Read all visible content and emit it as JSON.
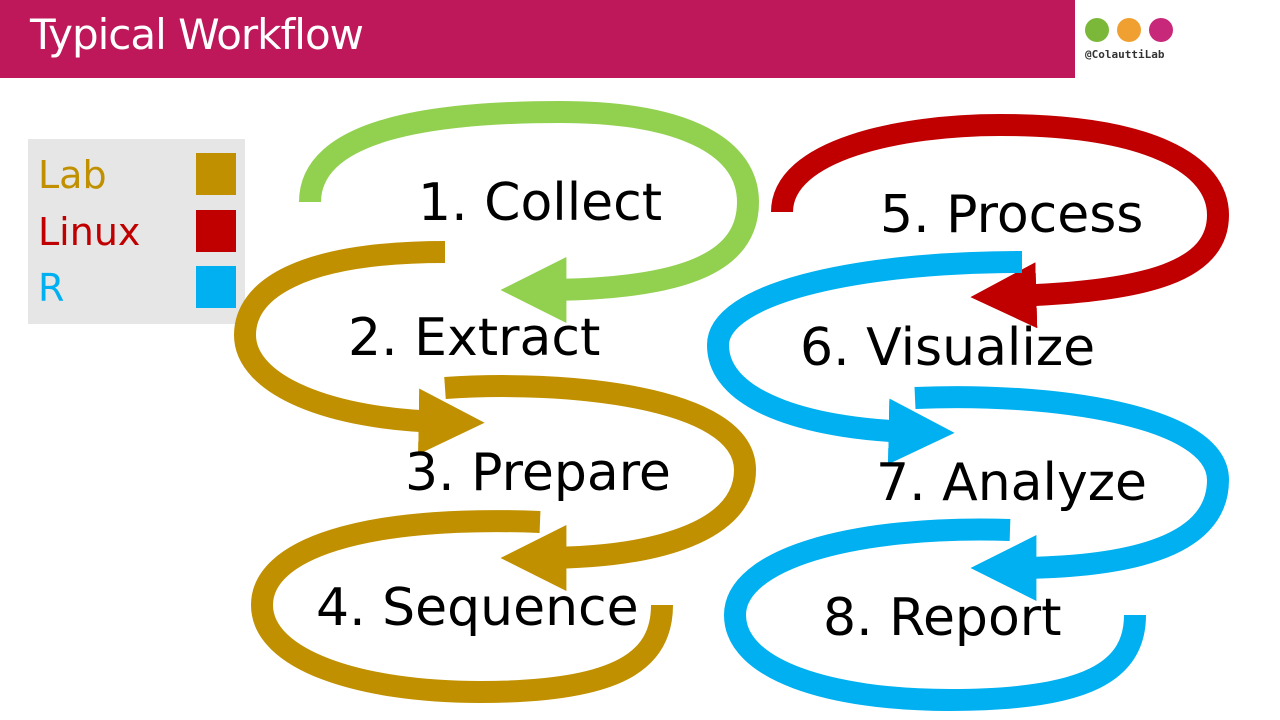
{
  "title": "Typical Workflow",
  "logo": {
    "handle": "@ColauttiLab",
    "icons": [
      {
        "name": "plant-icon",
        "color": "#7bb83a"
      },
      {
        "name": "bee-icon",
        "color": "#f0a030"
      },
      {
        "name": "dna-icon",
        "color": "#c8287a"
      }
    ]
  },
  "legend": [
    {
      "label": "Lab",
      "color": "#c09000"
    },
    {
      "label": "Linux",
      "color": "#c00000"
    },
    {
      "label": "R",
      "color": "#00b0f0"
    }
  ],
  "colors": {
    "collect": "#92d050",
    "lab": "#c09000",
    "linux": "#c00000",
    "r": "#00b0f0"
  },
  "steps": [
    {
      "label": "1. Collect",
      "category": "Collect"
    },
    {
      "label": "2. Extract",
      "category": "Lab"
    },
    {
      "label": "3. Prepare",
      "category": "Lab"
    },
    {
      "label": "4. Sequence",
      "category": "Lab"
    },
    {
      "label": "5. Process",
      "category": "Linux"
    },
    {
      "label": "6. Visualize",
      "category": "R"
    },
    {
      "label": "7. Analyze",
      "category": "R"
    },
    {
      "label": "8. Report",
      "category": "R"
    }
  ]
}
